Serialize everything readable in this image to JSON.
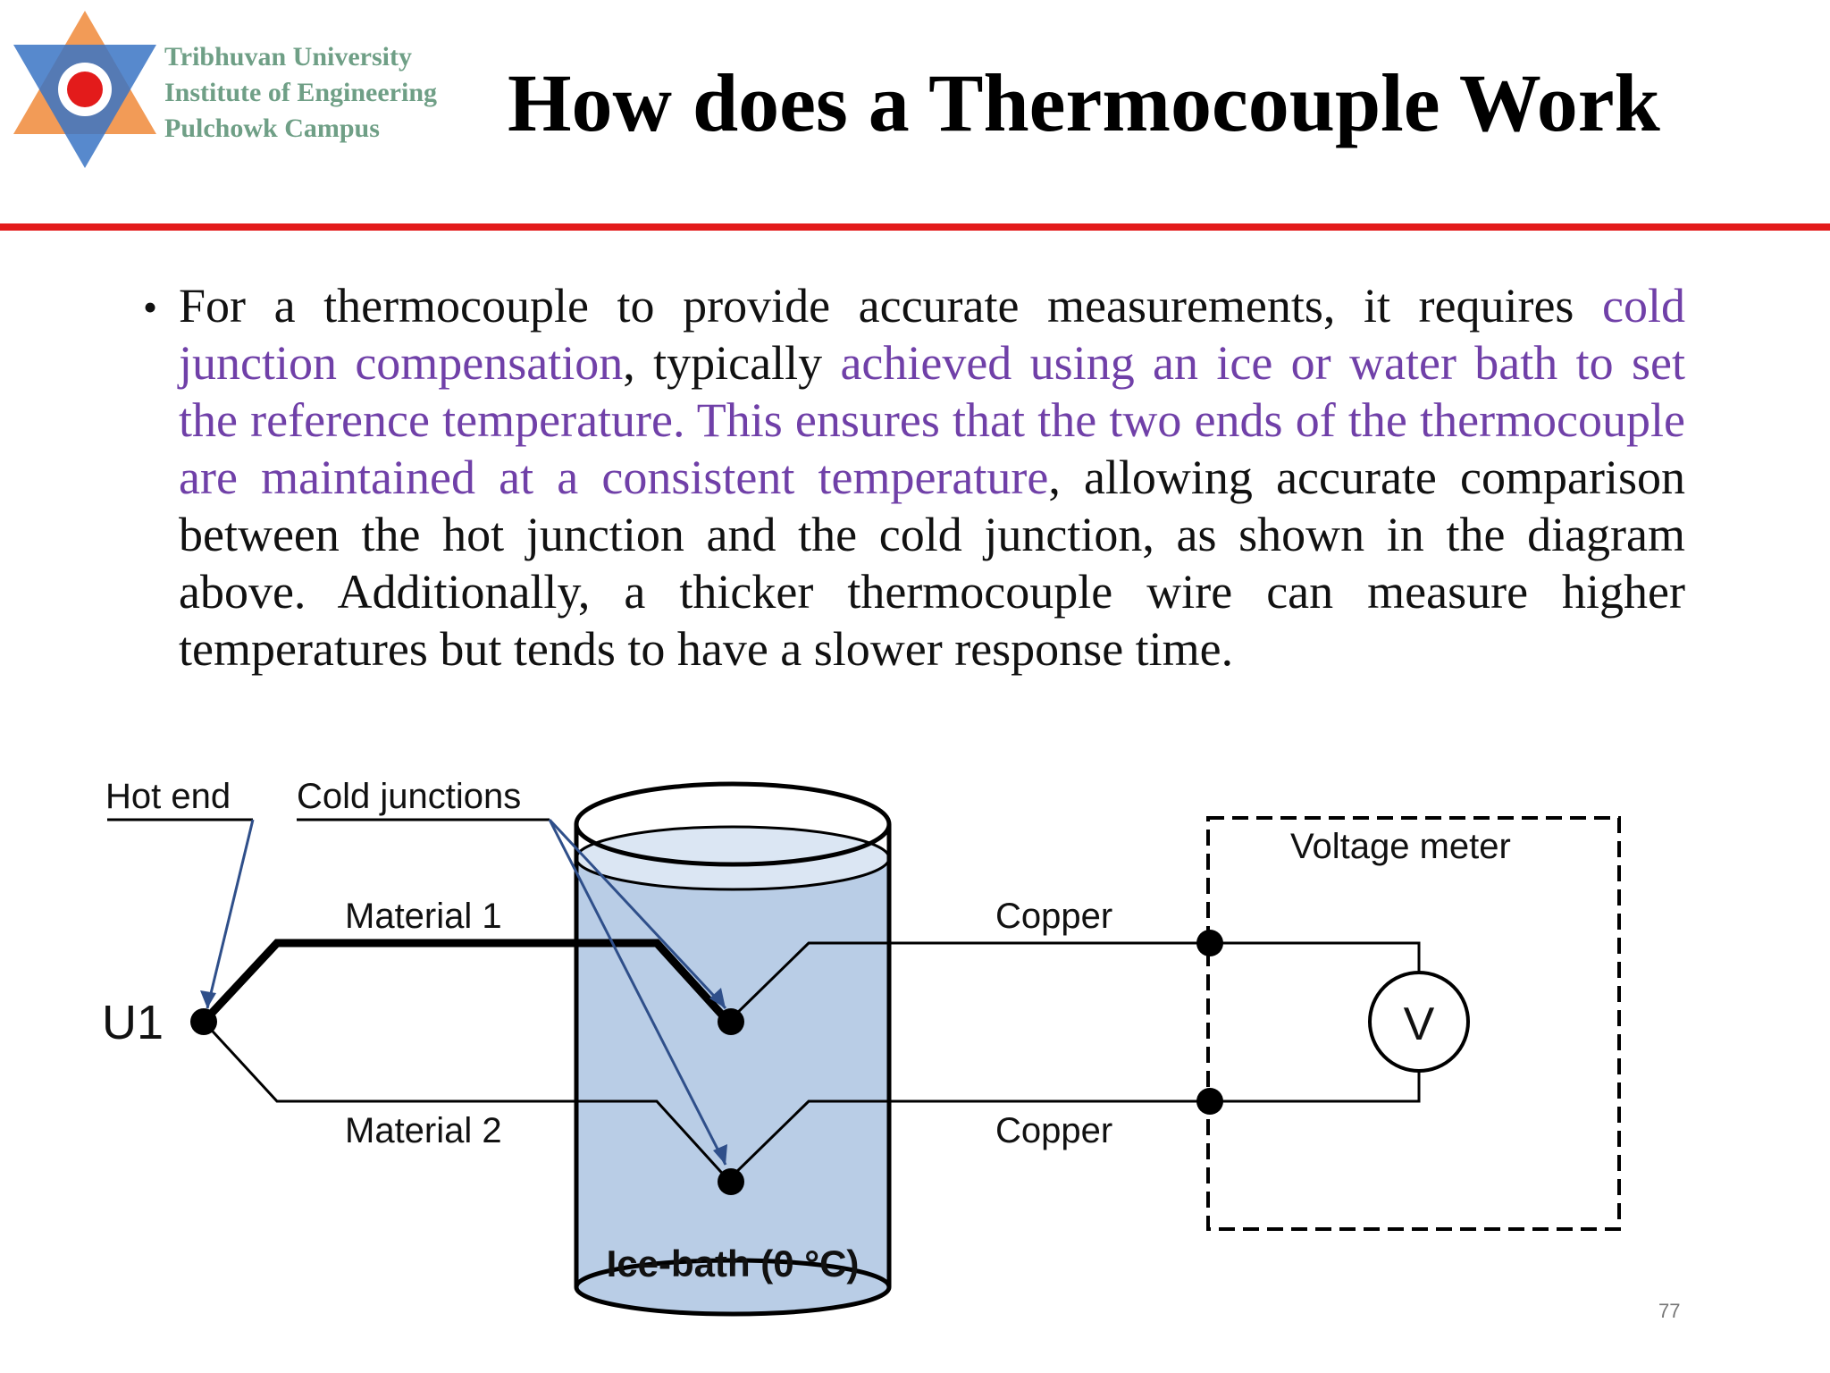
{
  "header": {
    "institution": [
      "Tribhuvan University",
      "Institute of Engineering",
      "Pulchowk Campus"
    ],
    "title": "How does a Thermocouple Work",
    "logo_icon": "tribhuvan-university-emblem"
  },
  "body": {
    "paragraph_segments": [
      {
        "text": "For a thermocouple to provide accurate measurements, it requires ",
        "highlight": false
      },
      {
        "text": "cold junction compensation",
        "highlight": true
      },
      {
        "text": ", typically ",
        "highlight": false
      },
      {
        "text": "achieved using an ice or water bath to set the reference temperature. This ensures that the two ends of the thermocouple are maintained at a consistent temperature",
        "highlight": true
      },
      {
        "text": ", allowing accurate comparison between the hot junction and the cold junction, as shown in the diagram above. Additionally, a thicker thermocouple wire can measure higher temperatures but tends to have a slower response time.",
        "highlight": false
      }
    ]
  },
  "diagram": {
    "hot_end": "Hot end",
    "cold_junctions": "Cold junctions",
    "material1": "Material 1",
    "material2": "Material 2",
    "u1": "U1",
    "copper_top": "Copper",
    "copper_bottom": "Copper",
    "voltage_meter": "Voltage meter",
    "v_symbol": "V",
    "ice_bath": "Ice-bath (0 °C)"
  },
  "footer": {
    "page_number": "77"
  },
  "colors": {
    "accent_rule": "#e31b1b",
    "highlight_text": "#7040a8",
    "ice": "#b9cde6",
    "logo_blue": "#3a74c4",
    "logo_orange": "#f08a3a"
  }
}
